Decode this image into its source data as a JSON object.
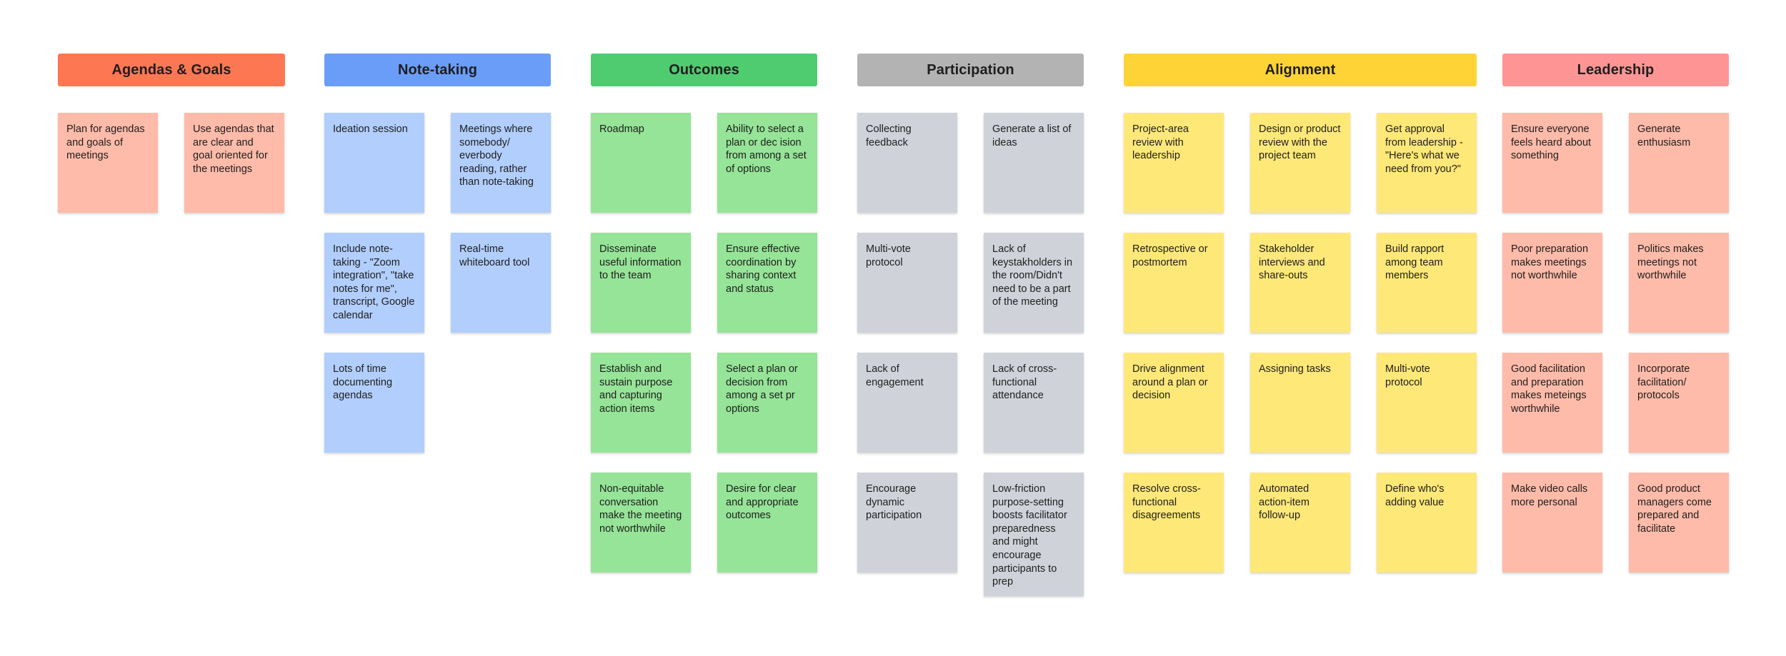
{
  "colors": {
    "background": "#ffffff",
    "text": "#1e1e1e"
  },
  "columns": [
    {
      "id": "agendas-goals",
      "title": "Agendas & Goals",
      "header_color": "#fd7753",
      "sticky_color": "#ffbba9",
      "stickies": [
        "Plan for agendas and goals of meetings",
        "Use agendas that are clear and goal oriented for the meetings"
      ]
    },
    {
      "id": "note-taking",
      "title": "Note-taking",
      "header_color": "#699df8",
      "sticky_color": "#b1cefd",
      "stickies": [
        "Ideation session",
        "Meetings where somebody/ everbody reading, rather than note-taking",
        "Include note-taking - \"Zoom integration\", \"take notes for me\", transcript, Google calendar",
        "Real-time whiteboard tool",
        "Lots of time documenting agendas"
      ]
    },
    {
      "id": "outcomes",
      "title": "Outcomes",
      "header_color": "#4fcb70",
      "sticky_color": "#95e497",
      "stickies": [
        "Roadmap",
        "Ability to select a plan or dec ision from among a set of options",
        "Disseminate useful information to the team",
        "Ensure effective coordination by sharing context and status",
        "Establish and sustain purpose and capturing action items",
        "Select a plan or decision from among a set pr options",
        "Non-equitable conversation make the meeting not worthwhile",
        "Desire for clear and appropriate outcomes"
      ]
    },
    {
      "id": "participation",
      "title": "Participation",
      "header_color": "#b3b3b3",
      "sticky_color": "#cfd3d9",
      "stickies": [
        "Collecting feedback",
        "Generate a list of ideas",
        "Multi-vote protocol",
        "Lack of keystakholders in the room/Didn't need to be a part of the meeting",
        "Lack of engagement",
        "Lack of cross-functional attendance",
        "Encourage dynamic participation",
        "Low-friction purpose-setting boosts facilitator preparedness and might encourage participants to prep"
      ]
    },
    {
      "id": "alignment",
      "title": "Alignment",
      "header_color": "#fed335",
      "sticky_color": "#fee878",
      "stickies": [
        "Project-area review with leadership",
        "Design or product review with the project team",
        "Get approval from leadership - \"Here's what we need from you?\"",
        "Retrospective or postmortem",
        "Stakeholder interviews and share-outs",
        "Build rapport among team members",
        "Drive alignment around a plan or decision",
        "Assigning tasks",
        "Multi-vote protocol",
        "Resolve cross-functional disagreements",
        "Automated action-item follow-up",
        "Define who's adding value"
      ]
    },
    {
      "id": "leadership",
      "title": "Leadership",
      "header_color": "#fe9594",
      "sticky_color": "#ffbba9",
      "stickies": [
        "Ensure everyone feels heard about something",
        "Generate enthusiasm",
        "Poor preparation makes meetings not worthwhile",
        "Politics makes meetings not worthwhile",
        "Good facilitation and preparation makes meteings worthwhile",
        "Incorporate facilitation/ protocols",
        "Make video calls more personal",
        "Good product managers come prepared and facilitate"
      ]
    }
  ]
}
